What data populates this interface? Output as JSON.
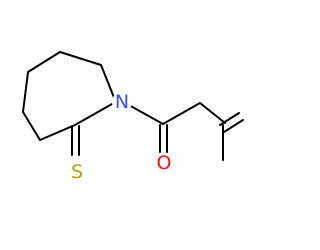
{
  "molecule": {
    "atoms": {
      "nitrogen": {
        "symbol": "N",
        "color": "#3050F8"
      },
      "sulfur": {
        "symbol": "S",
        "color": "#B8A000"
      },
      "oxygen": {
        "symbol": "O",
        "color": "#FF0D0D"
      }
    },
    "bond_color": "#000000",
    "background": "#ffffff"
  }
}
